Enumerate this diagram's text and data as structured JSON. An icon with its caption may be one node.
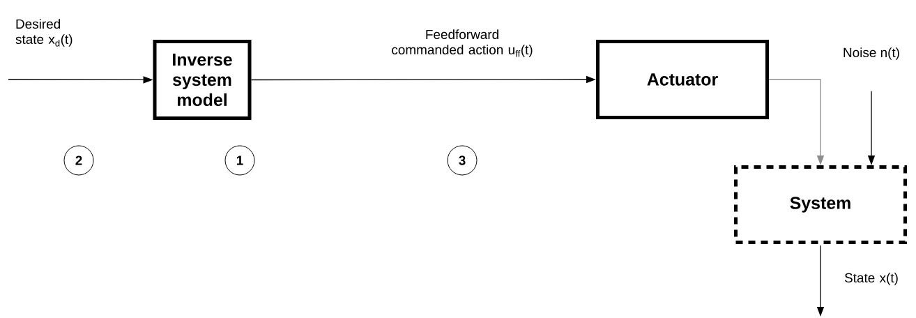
{
  "diagram": {
    "nodes": [
      {
        "text": [
          "Inverse system model"
        ]
      },
      {
        "text": [
          "Actuator"
        ]
      },
      {
        "text": [
          "System"
        ]
      },
      {
        "text": [
          "Noise n(t)"
        ]
      }
    ],
    "edges": [
      {
        "from": null,
        "to": 0,
        "arrow": "to",
        "label": "Desired state x$_{d}$(t)"
      },
      {
        "from": 0,
        "to": 1,
        "arrow": "to",
        "label": "Feedforward commanded action u$_{ff}$(t)"
      },
      {
        "from": 1,
        "to": 2,
        "arrow": "to",
        "color": "#8c8c8c"
      },
      {
        "from": 3,
        "to": 2,
        "arrow": "to"
      },
      {
        "from": 2,
        "to": null,
        "arrow": "to",
        "label": "State x(t)"
      }
    ],
    "labels": [
      "2",
      "1",
      "3"
    ]
  }
}
